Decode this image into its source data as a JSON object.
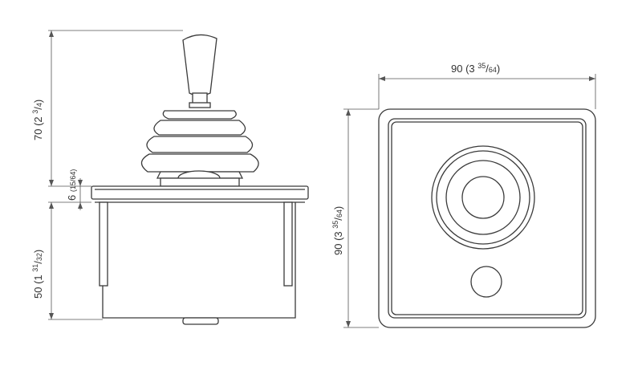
{
  "dimensions": {
    "side_height_upper": {
      "main": "70 (2 ",
      "sup": "3",
      "sep": "/",
      "sub": "4",
      "close": ")"
    },
    "side_height_flange": {
      "main": "6 ",
      "frac": "(15/64)"
    },
    "side_height_lower": {
      "main": "50 (1 ",
      "sup": "31",
      "sep": "/",
      "sub": "32",
      "close": ")"
    },
    "front_width": {
      "main": "90 (3 ",
      "sup": "35",
      "sep": "/",
      "sub": "64",
      "close": ")"
    },
    "front_height": {
      "main": "90 (3 ",
      "sup": "35",
      "sep": "/",
      "sub": "64",
      "close": ")"
    }
  },
  "colors": {
    "line": "#3a3a3a",
    "dimension": "#555555"
  }
}
